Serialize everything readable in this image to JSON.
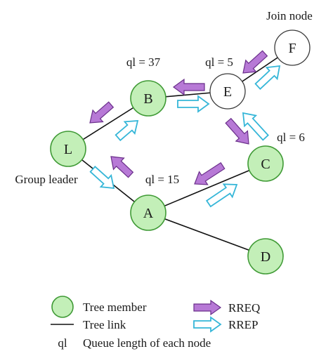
{
  "colors": {
    "member_fill": "#c3efb8",
    "member_stroke": "#3f9a35",
    "plain_fill": "#ffffff",
    "plain_stroke": "#3a3a3a",
    "link": "#111111",
    "rreq_fill": "#b779d6",
    "rreq_stroke": "#6a2f8a",
    "rrep_fill": "#ffffff",
    "rrep_stroke": "#35b6d8"
  },
  "nodes": [
    {
      "id": "L",
      "label": "L",
      "member": true
    },
    {
      "id": "B",
      "label": "B",
      "member": true
    },
    {
      "id": "A",
      "label": "A",
      "member": true
    },
    {
      "id": "C",
      "label": "C",
      "member": true
    },
    {
      "id": "D",
      "label": "D",
      "member": true
    },
    {
      "id": "E",
      "label": "E",
      "member": false
    },
    {
      "id": "F",
      "label": "F",
      "member": false
    }
  ],
  "links": [
    {
      "from": "L",
      "to": "B"
    },
    {
      "from": "L",
      "to": "A"
    },
    {
      "from": "A",
      "to": "C"
    },
    {
      "from": "A",
      "to": "D"
    },
    {
      "from": "B",
      "to": "E"
    },
    {
      "from": "E",
      "to": "F"
    }
  ],
  "messages": [
    {
      "type": "RREQ",
      "from": "F",
      "to": "E"
    },
    {
      "type": "RREQ",
      "from": "E",
      "to": "B"
    },
    {
      "type": "RREQ",
      "from": "E",
      "to": "C"
    },
    {
      "type": "RREQ",
      "from": "B",
      "to": "L"
    },
    {
      "type": "RREQ",
      "from": "C",
      "to": "A"
    },
    {
      "type": "RREQ",
      "from": "A",
      "to": "L"
    },
    {
      "type": "RREP",
      "from": "E",
      "to": "F"
    },
    {
      "type": "RREP",
      "from": "B",
      "to": "E"
    },
    {
      "type": "RREP",
      "from": "C",
      "to": "E"
    },
    {
      "type": "RREP",
      "from": "L",
      "to": "B"
    },
    {
      "type": "RREP",
      "from": "A",
      "to": "C"
    },
    {
      "type": "RREP",
      "from": "L",
      "to": "A"
    }
  ],
  "annotations": {
    "join_node": "Join node",
    "group_leader": "Group leader",
    "ql_b": "ql = 37",
    "ql_e": "ql = 5",
    "ql_c": "ql = 6",
    "ql_a": "ql = 15"
  },
  "legend": {
    "tree_member": "Tree member",
    "tree_link": "Tree link",
    "ql_symbol": "ql",
    "ql_desc": "Queue length of each node",
    "rreq": "RREQ",
    "rrep": "RREP"
  }
}
